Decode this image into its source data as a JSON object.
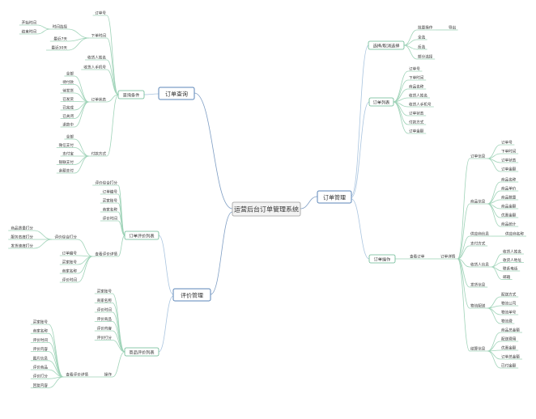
{
  "root": "运营后台订单管理系统",
  "branches": {
    "order_query": {
      "label": "订单查询",
      "conditions_label": "查询条件",
      "order_no": "订单号",
      "order_time": "下单时间",
      "time_select": "时间选择",
      "start_time": "开始时间",
      "end_time": "结束时间",
      "last_7_days": "最近7天",
      "last_30_days": "最近30天",
      "receiver_name": "收货人姓名",
      "receiver_phone": "收货人手机号",
      "order_status": "订单状态",
      "statuses": [
        "全部",
        "待付款",
        "待发货",
        "已发货",
        "已完成",
        "已关闭",
        "退款中"
      ],
      "pay_method": "付款方式",
      "pay_methods": [
        "全部",
        "微信支付",
        "支付宝",
        "银联支付",
        "余额支付"
      ]
    },
    "order_management": {
      "label": "订单管理",
      "select_cancel": "选择/取消选择",
      "batch_op": "批量操作",
      "export": "导出",
      "select_all": "全选",
      "invert": "反选",
      "partial": "部分选择",
      "order_list": "订单列表",
      "list_fields": [
        "订单号",
        "下单时间",
        "商品名称",
        "收货人姓名",
        "收货人手机号",
        "订单状态",
        "付款方式",
        "订单金额"
      ],
      "order_ops": "订单操作",
      "view_order": "查看订单",
      "order_detail": "订单详情",
      "order_info": "订单信息",
      "order_info_items": [
        "订单号",
        "下单时间",
        "订单状态",
        "订单金额"
      ],
      "goods_info": "商品信息",
      "goods_info_items": [
        "商品名称",
        "商品单价",
        "商品数量",
        "商品金额",
        "优惠金额",
        "商品统计"
      ],
      "supplier": "供应商信息",
      "supplier_name": "供应商名称",
      "pay_method": "支付方式",
      "receiver_info": "收货人信息",
      "receiver_items": [
        "收货人姓名",
        "收货人地址",
        "联系电话",
        "邮箱"
      ],
      "delivery_info": "发货信息",
      "logistics": "物流配送",
      "logistics_items": [
        "配送方式",
        "物流公司",
        "物流单号",
        "物流费"
      ],
      "settle": "结算信息",
      "settle_items": [
        "商品总金额",
        "配送费用",
        "优惠金额",
        "订单总金额",
        "已付金额"
      ]
    },
    "review_management": {
      "label": "评价管理",
      "order_review_list": "订单评价列表",
      "order_review_fields": [
        "评价综合打分",
        "订单编号",
        "买家账号",
        "商家名称",
        "评价时间"
      ],
      "view_review_detail": "查看评价详情",
      "detail_score": "评价综合打分",
      "detail_score_items": [
        "商品质量打分",
        "服务态度打分",
        "发货速度打分"
      ],
      "detail_fields": [
        "订单编号",
        "买家账号",
        "商家名称",
        "评价时间"
      ],
      "goods_review_list": "商品评价列表",
      "goods_review_fields": [
        "买家账号",
        "商家名称",
        "评价时间",
        "评价商品",
        "评价内容",
        "评价打分"
      ],
      "operation": "操作",
      "view_goods_review_detail": "查看评价详情",
      "goods_detail_fields": [
        "买家账号",
        "商家名称",
        "评价时间",
        "评价内容",
        "图片信息",
        "评价商品",
        "评价打分",
        "回复内容"
      ]
    }
  }
}
